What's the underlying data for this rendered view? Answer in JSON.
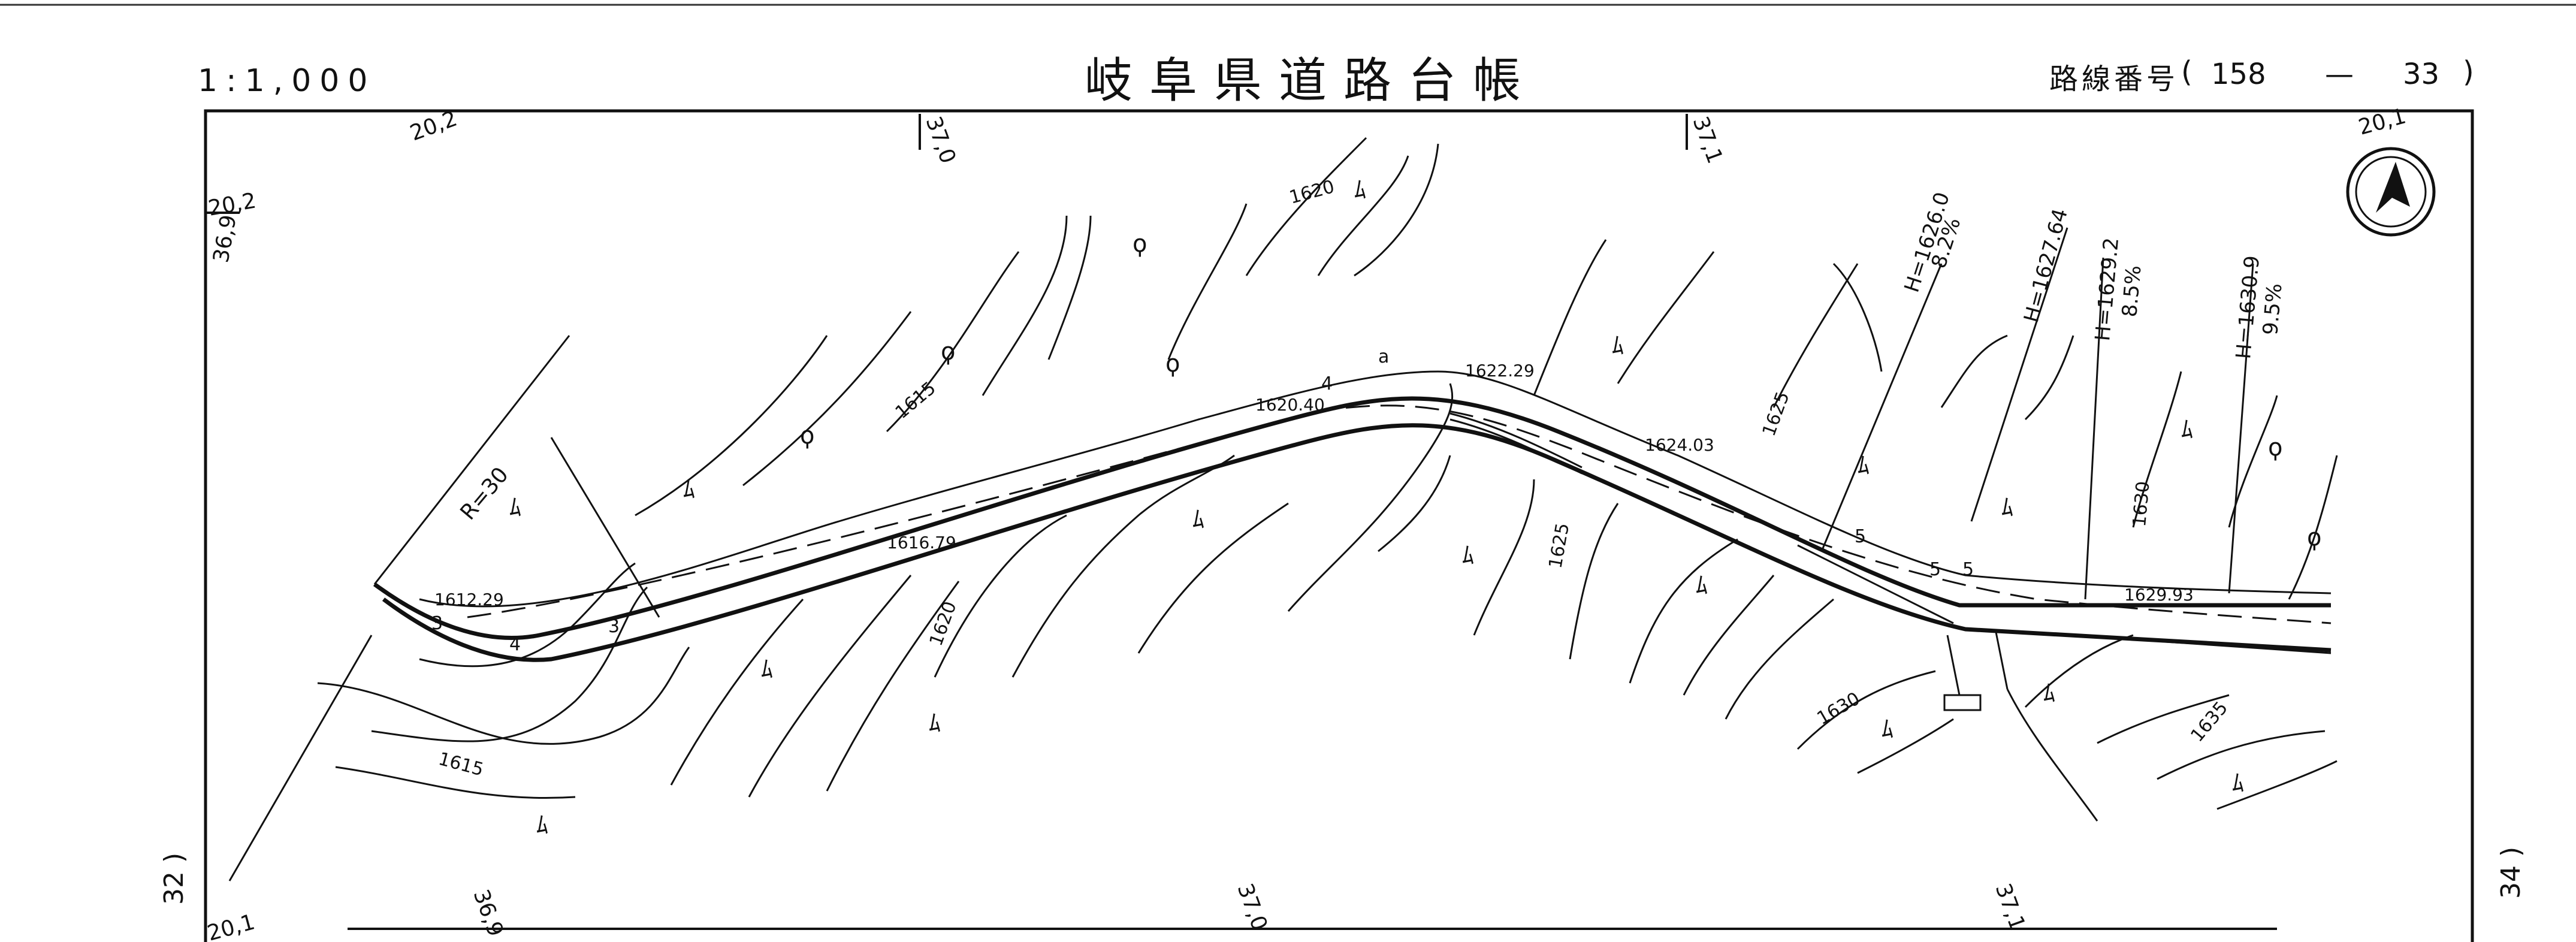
{
  "header": {
    "scale": "1:1,000",
    "title": "岐阜県道路台帳",
    "route_label": "路線番号",
    "route_paren_open": "(",
    "route_number": "158",
    "route_dash": "—",
    "route_branch": "33",
    "route_paren_close": ")"
  },
  "adjacent_sheets": {
    "left": "32 )",
    "right": "34 )"
  },
  "grid_labels": {
    "top_left": "20,2",
    "top_left_corner": "20,2",
    "left_vertical": "36,9",
    "top_mid1": "37,0",
    "top_mid2": "37,1",
    "top_right": "20,1",
    "bottom_left": "20,1",
    "bottom_left2": "36,9",
    "bottom_mid": "37,0",
    "bottom_right": "37,1"
  },
  "elevation_points": {
    "p1612": "1612.29",
    "p1616": "1616.79",
    "p1620": "1620.40",
    "p1622": "1622.29",
    "p1624": "1624.03",
    "p1629": "1629.93"
  },
  "contour_labels": {
    "c1615a": "1615",
    "c1615b": "1615",
    "c1620a": "1620",
    "c1620b": "1620",
    "c1625a": "1625",
    "c1625b": "1625",
    "c1630a": "1630",
    "c1630b": "1630",
    "c1635": "1635"
  },
  "grade_notes": {
    "g1_h": "H=1626.0",
    "g1_pct": "8.2%",
    "g2_h": "H=1627.64",
    "g3_h": "H=1629.2",
    "g3_pct": "8.5%",
    "g4_h": "H=1630.9",
    "g4_pct": "9.5%"
  },
  "curve_label": "R=30",
  "road_marks": {
    "m3": "3",
    "m4": "4",
    "m4b": "4",
    "m5": "5",
    "m5b": "5",
    "m5c": "5",
    "m3b": "3",
    "ma": "a"
  }
}
